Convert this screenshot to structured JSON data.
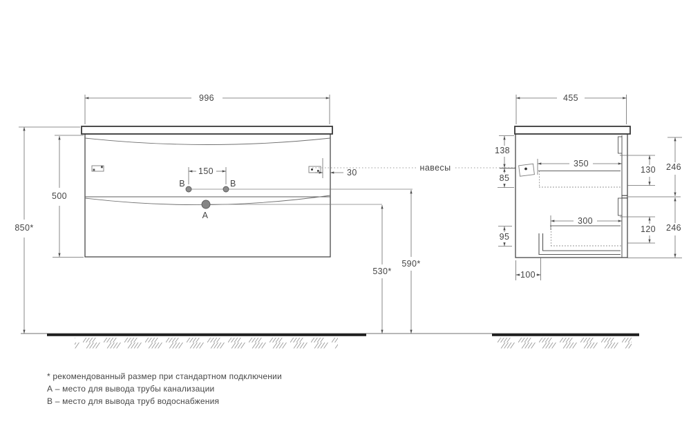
{
  "front": {
    "width": "996",
    "height": "500",
    "mount_height": "850*",
    "faucet_spacing": "150",
    "hanger_offset": "30",
    "drain_label": "A",
    "supply_label_left": "B",
    "supply_label_right": "B"
  },
  "side": {
    "depth": "455",
    "hanger_top_offset": "138",
    "hanger_drawer_gap": "85",
    "top_drawer_depth": "350",
    "top_drawer_inner_height": "130",
    "top_front_height": "246",
    "bottom_drawer_depth": "300",
    "bottom_drawer_inner_height": "120",
    "bottom_front_height": "246",
    "bottom_drawer_side_height": "95",
    "trap_offset": "100"
  },
  "heights": {
    "drain_floor": "530*",
    "supply_floor": "590*"
  },
  "leader_label": "навесы",
  "footnotes": {
    "asterisk": "* рекомендованный размер при стандартном подключении",
    "a": "А – место для вывода трубы канализации",
    "b": "В – место для вывода труб водоснабжения"
  }
}
